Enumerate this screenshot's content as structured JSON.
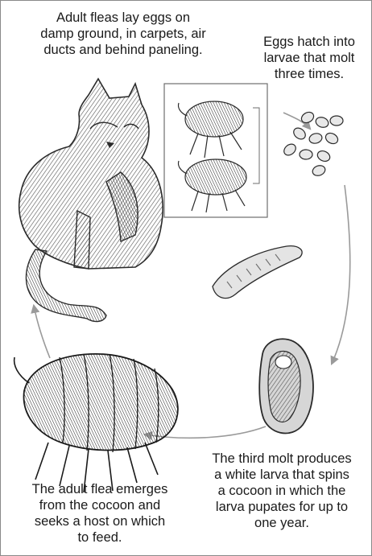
{
  "captions": {
    "adults_lay_eggs": "Adult fleas lay eggs on\ndamp ground, in carpets, air\nducts and behind paneling.",
    "eggs_hatch": "Eggs hatch into\nlarvae that molt\nthree times.",
    "third_molt": "The third molt produces\na white larva that spins\na cocoon in which the\nlarva pupates for up to\none year.",
    "adult_emerges": "The adult flea emerges\nfrom the cocoon and\nseeks a host on which\nto feed."
  },
  "colors": {
    "ink": "#2a2a2a",
    "shade": "#6e6e6e",
    "light": "#c9c9c9",
    "arrow": "#9a9a9a"
  },
  "icons": [
    "cat-illustration",
    "flea-pair-inset",
    "eggs-cluster",
    "larva",
    "cocoon",
    "adult-flea",
    "cycle-arrows"
  ]
}
